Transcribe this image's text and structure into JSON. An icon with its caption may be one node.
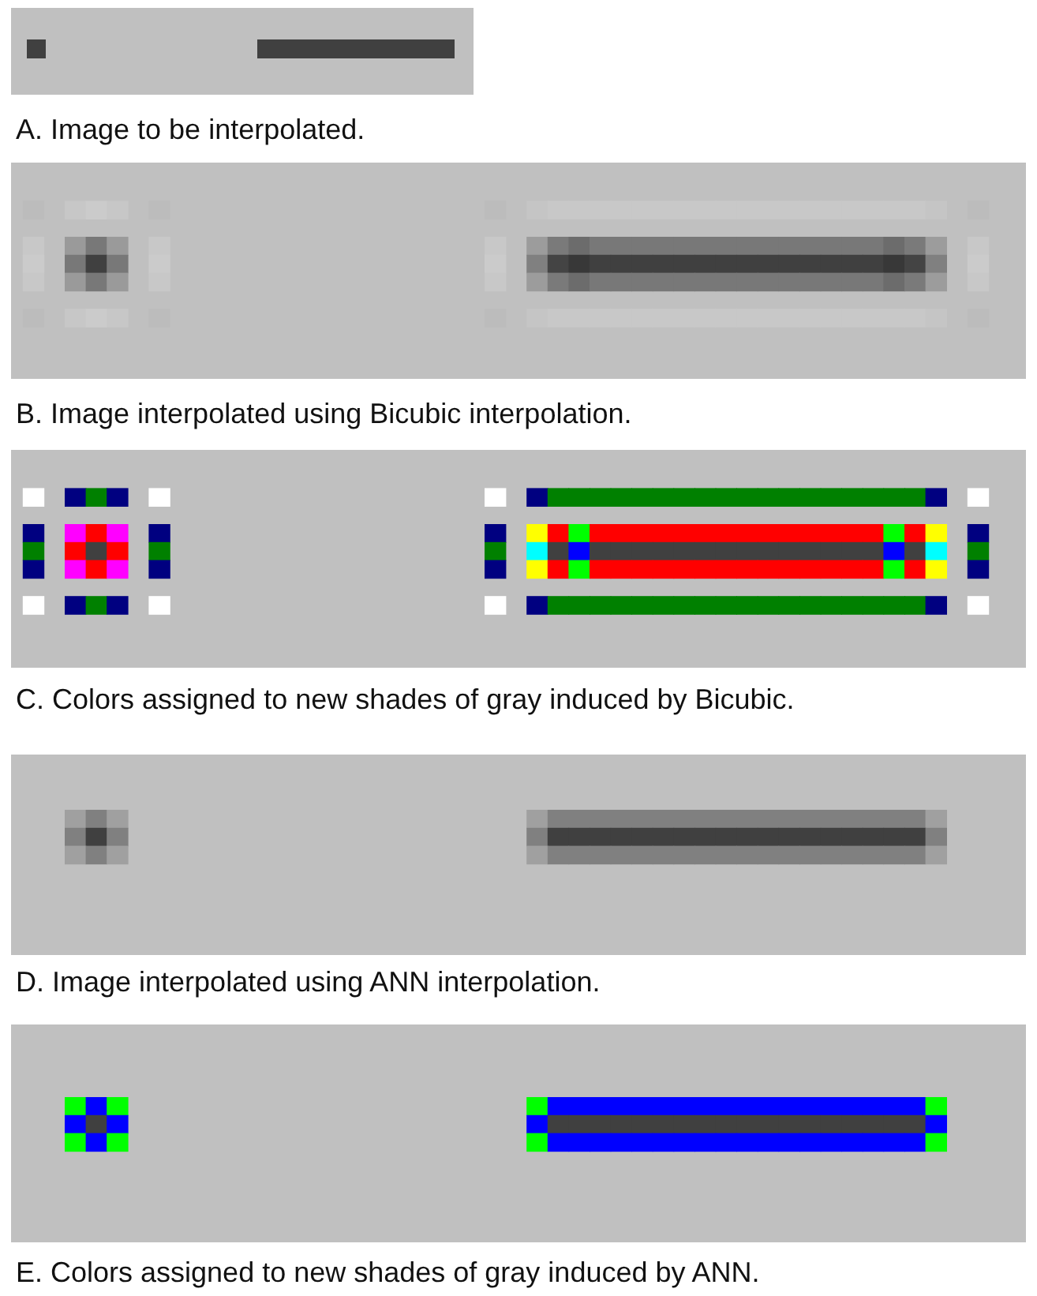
{
  "diagram": {
    "labels": [
      "A. Image to be interpolated.",
      "B. Image interpolated using Bicubic interpolation.",
      "C. Colors assigned to new shades of gray induced by Bicubic.",
      "D. Image interpolated using ANN interpolation.",
      "E. Colors assigned to new shades of gray induced by ANN."
    ]
  }
}
